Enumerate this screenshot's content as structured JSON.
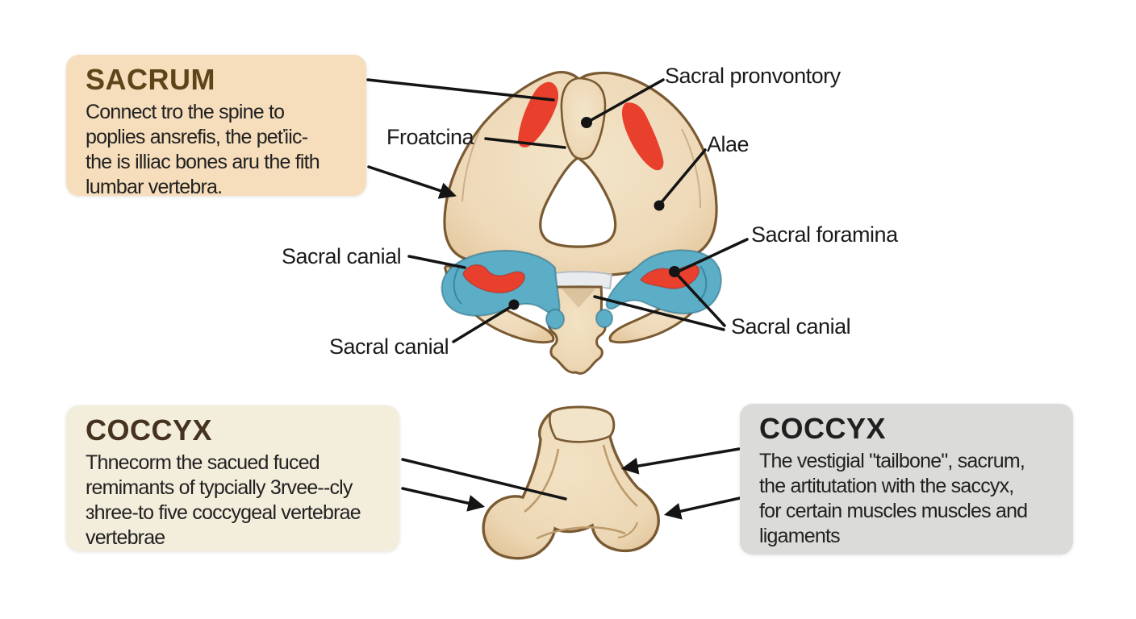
{
  "page": {
    "background": "#ffffff"
  },
  "colors": {
    "bone_fill": "#ecd7b4",
    "bone_light": "#f3e5c9",
    "bone_outline": "#7a5a32",
    "red": "#e8402c",
    "blue": "#5cadc6",
    "blue_outline": "#35809c",
    "disc_gray": "#e9ecef",
    "line_black": "#141414",
    "sacrum_box_bg": "#f6ddbb",
    "coccyx_left_box_bg": "#f3eddc",
    "coccyx_right_box_bg": "#dbdbd9"
  },
  "sacrum_box": {
    "title": "SACRUM",
    "lines": [
      "Connect tro the spine to",
      "poplies ansrefis, the peťiic-",
      "the is illiac bones aru the fith",
      "lumbar vertebra."
    ]
  },
  "coccyx_left_box": {
    "title": "COCCYX",
    "lines": [
      "Thnecorm the sacued fuced",
      "remimants of typcially 3rvee--cly",
      "ɜhree-to five coccygeal vertebrae",
      "vertebrae"
    ]
  },
  "coccyx_right_box": {
    "title": "COCCYX",
    "lines": [
      "The vestigial \"tailbone\", sacrum,",
      "the artitutation with the saccyx,",
      "for certain muscles muscles and",
      "ligaments"
    ]
  },
  "labels": {
    "sacral_promontory": "Sacral pronvontory",
    "froatcina": "Froatcina",
    "alae": "Alae",
    "sacral_canial_upper_left": "Sacral canial",
    "sacral_canial_lower_left": "Sacral canial",
    "sacral_foramina": "Sacral foramina",
    "sacral_canial_right": "Sacral canial"
  }
}
